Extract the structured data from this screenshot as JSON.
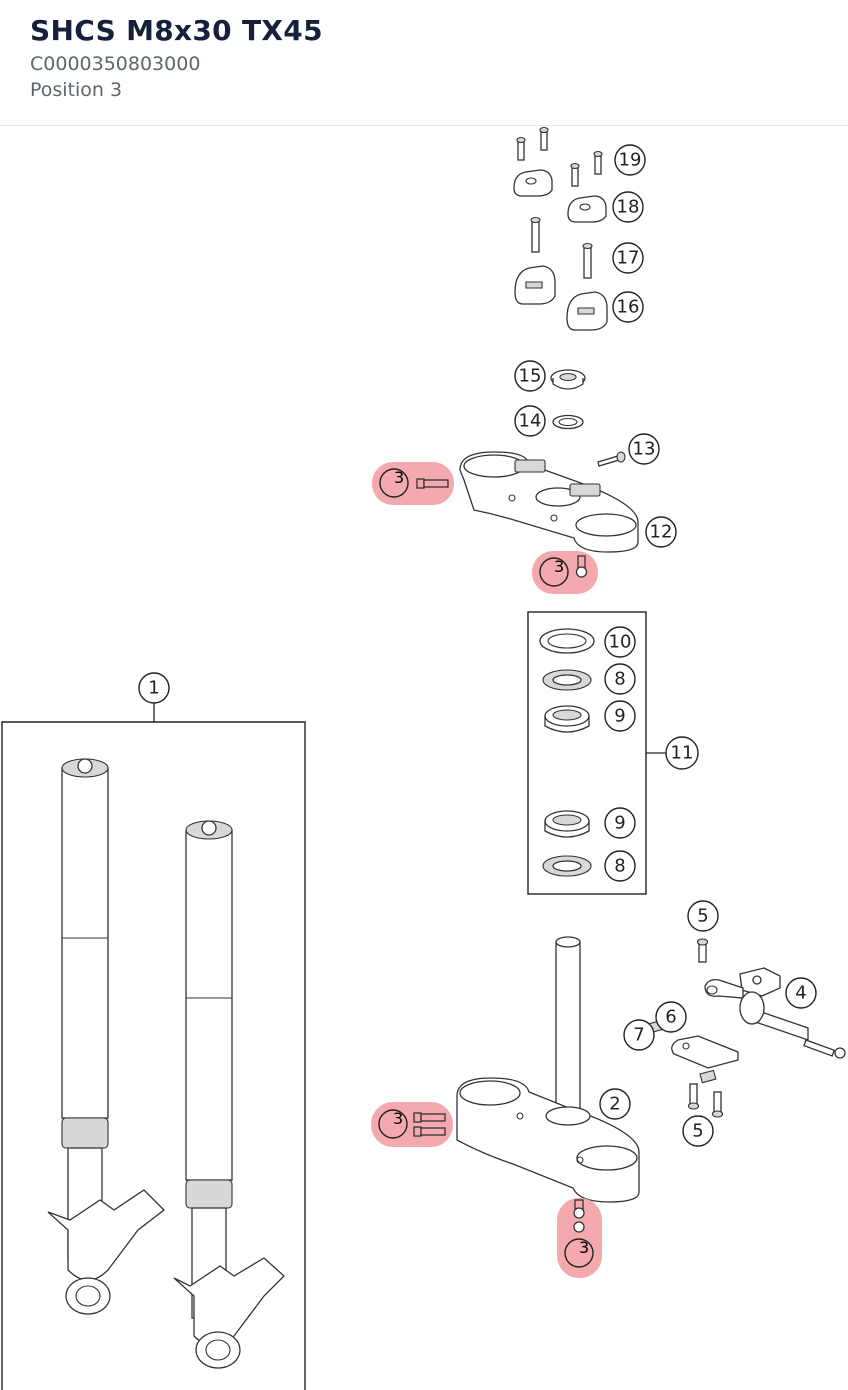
{
  "header": {
    "title": "SHCS M8x30 TX45",
    "article_code": "C0000350803000",
    "position_label": "Position 3"
  },
  "diagram": {
    "highlight_color": "#f3a9ad",
    "callouts": [
      {
        "id": "c19",
        "label": "19"
      },
      {
        "id": "c18",
        "label": "18"
      },
      {
        "id": "c17",
        "label": "17"
      },
      {
        "id": "c16",
        "label": "16"
      },
      {
        "id": "c15",
        "label": "15"
      },
      {
        "id": "c14",
        "label": "14"
      },
      {
        "id": "c13",
        "label": "13"
      },
      {
        "id": "c12",
        "label": "12"
      },
      {
        "id": "c10",
        "label": "10"
      },
      {
        "id": "c8a",
        "label": "8"
      },
      {
        "id": "c9a",
        "label": "9"
      },
      {
        "id": "c11",
        "label": "11"
      },
      {
        "id": "c9b",
        "label": "9"
      },
      {
        "id": "c8b",
        "label": "8"
      },
      {
        "id": "c1",
        "label": "1"
      },
      {
        "id": "c5a",
        "label": "5"
      },
      {
        "id": "c4",
        "label": "4"
      },
      {
        "id": "c6",
        "label": "6"
      },
      {
        "id": "c7",
        "label": "7"
      },
      {
        "id": "c2",
        "label": "2"
      },
      {
        "id": "c5b",
        "label": "5"
      }
    ],
    "highlighted_callouts": [
      {
        "id": "h1",
        "label": "3"
      },
      {
        "id": "h2",
        "label": "3"
      },
      {
        "id": "h3",
        "label": "3"
      },
      {
        "id": "h4",
        "label": "3"
      }
    ]
  }
}
